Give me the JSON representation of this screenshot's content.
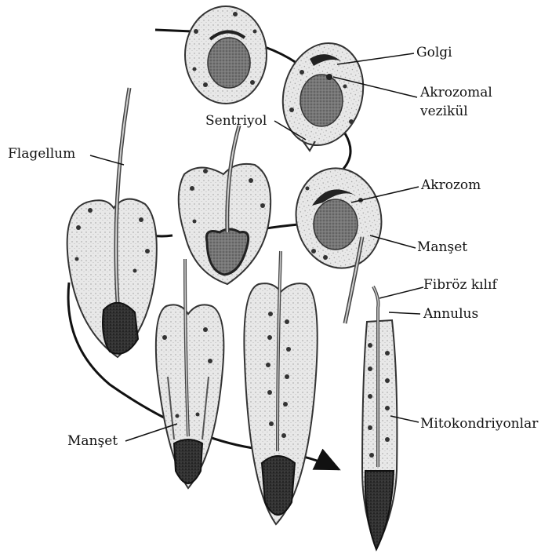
{
  "labels": {
    "golgi": "Golgi",
    "akrozomal_line1": "Akrozomal",
    "akrozomal_line2": "vezikül",
    "sentriyol": "Sentriyol",
    "flagellum": "Flagellum",
    "akrozom": "Akrozom",
    "manset_right": "Manşet",
    "fibroz": "Fibröz kılıf",
    "annulus": "Annulus",
    "mitokondriyonlar": "Mitokondriyonlar",
    "manset_left": "Manşet"
  }
}
